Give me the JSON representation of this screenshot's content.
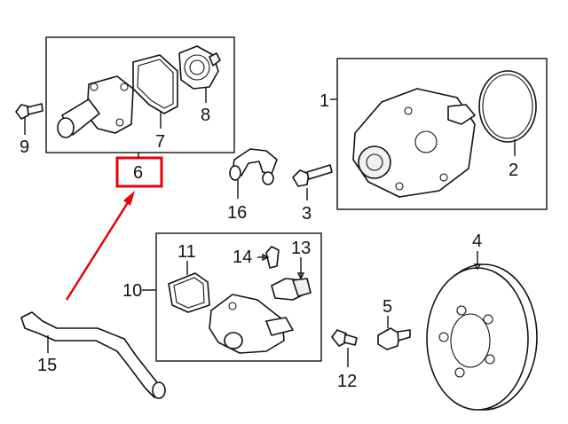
{
  "callouts": {
    "c1": "1",
    "c2": "2",
    "c3": "3",
    "c4": "4",
    "c5": "5",
    "c6": "6",
    "c7": "7",
    "c8": "8",
    "c9": "9",
    "c10": "10",
    "c11": "11",
    "c12": "12",
    "c13": "13",
    "c14": "14",
    "c15": "15",
    "c16": "16"
  },
  "highlight": {
    "color": "#e8000b",
    "callout": "6"
  }
}
